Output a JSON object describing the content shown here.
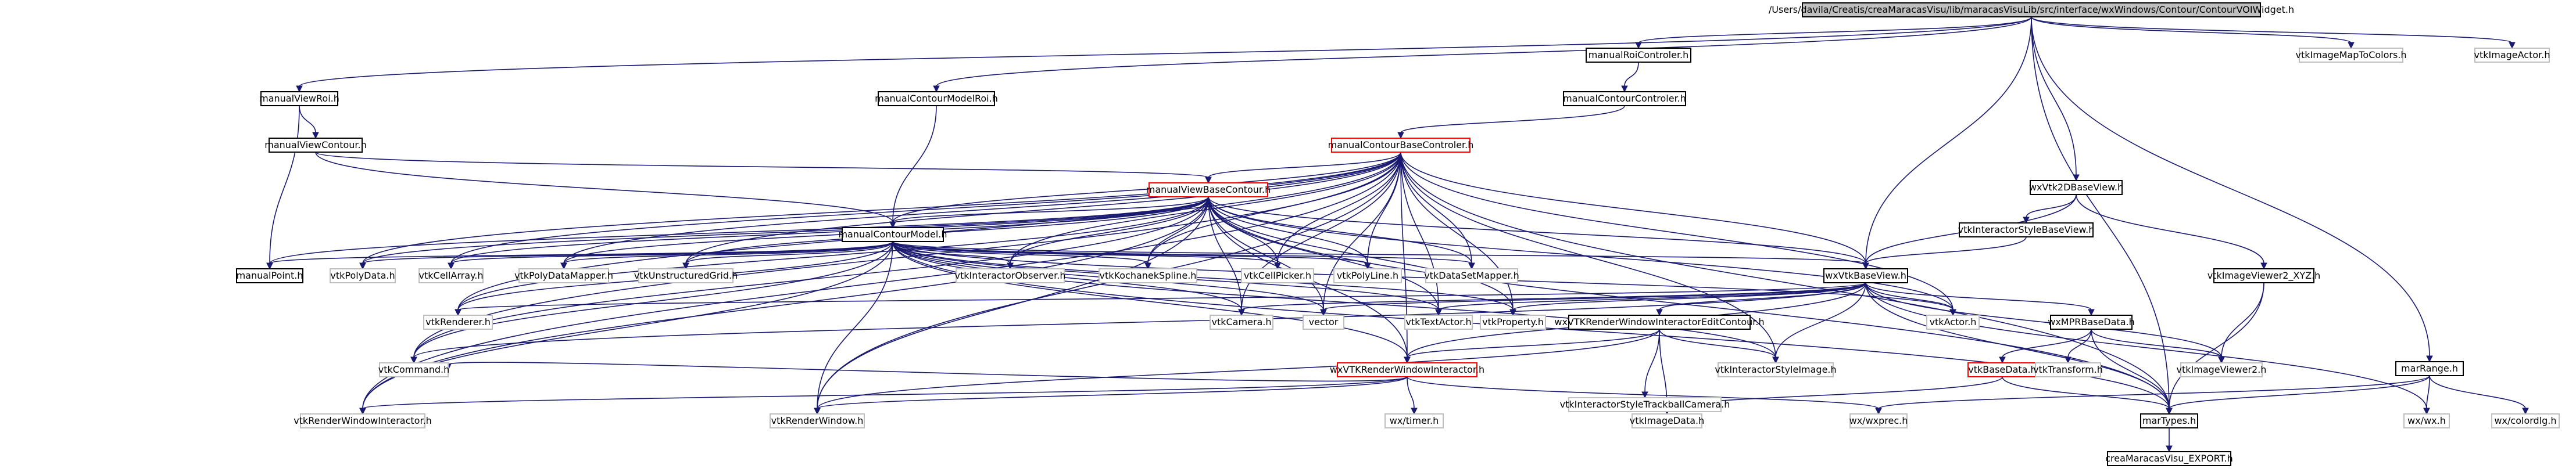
{
  "colors": {
    "root_fill": "#bfbfbf",
    "node_fill": "#ffffff",
    "node_border": "#000000",
    "external_border": "#bfbfbf",
    "undocumented_border": "#ff0000",
    "edge": "#191970",
    "text": "#000000"
  },
  "nodes": [
    {
      "id": "root",
      "label": "/Users/davila/Creatis/creaMaracasVisu/lib/maracasVisuLib/src/interface/wxWindows/Contour/ContourVOIWidget.h",
      "kind": "root"
    },
    {
      "id": "manualRoiControler",
      "label": "manualRoiControler.h",
      "kind": "doc"
    },
    {
      "id": "vtkImageMapToColors",
      "label": "vtkImageMapToColors.h",
      "kind": "external"
    },
    {
      "id": "vtkImageActor",
      "label": "vtkImageActor.h",
      "kind": "external"
    },
    {
      "id": "manualViewRoi",
      "label": "manualViewRoi.h",
      "kind": "doc"
    },
    {
      "id": "manualContourModelRoi",
      "label": "manualContourModelRoi.h",
      "kind": "doc"
    },
    {
      "id": "manualContourControler",
      "label": "manualContourControler.h",
      "kind": "doc"
    },
    {
      "id": "manualViewContour",
      "label": "manualViewContour.h",
      "kind": "doc"
    },
    {
      "id": "manualContourBaseControler",
      "label": "manualContourBaseControler.h",
      "kind": "undocumented"
    },
    {
      "id": "wxVtk2DBaseView",
      "label": "wxVtk2DBaseView.h",
      "kind": "doc"
    },
    {
      "id": "manualViewBaseContour",
      "label": "manualViewBaseContour.h",
      "kind": "undocumented"
    },
    {
      "id": "vtkInteractorStyleBaseView",
      "label": "vtkInteractorStyleBaseView.h",
      "kind": "doc"
    },
    {
      "id": "manualContourModel",
      "label": "manualContourModel.h",
      "kind": "doc"
    },
    {
      "id": "manualPoint",
      "label": "manualPoint.h",
      "kind": "doc"
    },
    {
      "id": "vtkPolyData",
      "label": "vtkPolyData.h",
      "kind": "external"
    },
    {
      "id": "vtkCellArray",
      "label": "vtkCellArray.h",
      "kind": "external"
    },
    {
      "id": "vtkPolyDataMapper",
      "label": "vtkPolyDataMapper.h",
      "kind": "external"
    },
    {
      "id": "vtkUnstructuredGrid",
      "label": "vtkUnstructuredGrid.h",
      "kind": "external"
    },
    {
      "id": "vtkInteractorObserver",
      "label": "vtkInteractorObserver.h",
      "kind": "external"
    },
    {
      "id": "vtkKochanekSpline",
      "label": "vtkKochanekSpline.h",
      "kind": "external"
    },
    {
      "id": "vtkCellPicker",
      "label": "vtkCellPicker.h",
      "kind": "external"
    },
    {
      "id": "vtkPolyLine",
      "label": "vtkPolyLine.h",
      "kind": "external"
    },
    {
      "id": "vtkDataSetMapper",
      "label": "vtkDataSetMapper.h",
      "kind": "external"
    },
    {
      "id": "wxVtkBaseView",
      "label": "wxVtkBaseView.h",
      "kind": "doc"
    },
    {
      "id": "vtkImageViewer2_XYZ",
      "label": "vtkImageViewer2_XYZ.h",
      "kind": "doc"
    },
    {
      "id": "vtkRenderer",
      "label": "vtkRenderer.h",
      "kind": "external"
    },
    {
      "id": "vtkCamera",
      "label": "vtkCamera.h",
      "kind": "external"
    },
    {
      "id": "vector",
      "label": "vector",
      "kind": "external"
    },
    {
      "id": "vtkTextActor",
      "label": "vtkTextActor.h",
      "kind": "external"
    },
    {
      "id": "vtkProperty",
      "label": "vtkProperty.h",
      "kind": "external"
    },
    {
      "id": "vtkActor",
      "label": "vtkActor.h",
      "kind": "external"
    },
    {
      "id": "wxVTKRenderWindowInteractorEditContour",
      "label": "wxVTKRenderWindowInteractorEditContour.h",
      "kind": "doc"
    },
    {
      "id": "wxMPRBaseData",
      "label": "wxMPRBaseData.h",
      "kind": "doc"
    },
    {
      "id": "marRange",
      "label": "marRange.h",
      "kind": "doc"
    },
    {
      "id": "vtkCommand",
      "label": "vtkCommand.h",
      "kind": "external"
    },
    {
      "id": "vtkInteractorStyleImage",
      "label": "vtkInteractorStyleImage.h",
      "kind": "external"
    },
    {
      "id": "vtkImageViewer2",
      "label": "vtkImageViewer2.h",
      "kind": "external"
    },
    {
      "id": "wxVTKRenderWindowInteractor",
      "label": "wxVTKRenderWindowInteractor.h",
      "kind": "undocumented"
    },
    {
      "id": "vtkInteractorStyleTrackballCamera",
      "label": "vtkInteractorStyleTrackballCamera.h",
      "kind": "external"
    },
    {
      "id": "vtkBaseData",
      "label": "vtkBaseData.h",
      "kind": "undocumented"
    },
    {
      "id": "vtkTransform",
      "label": "vtkTransform.h",
      "kind": "external"
    },
    {
      "id": "vtkRenderWindowInteractor",
      "label": "vtkRenderWindowInteractor.h",
      "kind": "external"
    },
    {
      "id": "vtkRenderWindow",
      "label": "vtkRenderWindow.h",
      "kind": "external"
    },
    {
      "id": "wxTimer",
      "label": "wx/timer.h",
      "kind": "external"
    },
    {
      "id": "vtkImageData",
      "label": "vtkImageData.h",
      "kind": "external"
    },
    {
      "id": "wxExprec",
      "label": "wx/wxprec.h",
      "kind": "external"
    },
    {
      "id": "marTypes",
      "label": "marTypes.h",
      "kind": "doc"
    },
    {
      "id": "wxWx",
      "label": "wx/wx.h",
      "kind": "external"
    },
    {
      "id": "wxColordlg",
      "label": "wx/colordlg.h",
      "kind": "external"
    },
    {
      "id": "creaMaracasVisu_EXPORT",
      "label": "creaMaracasVisu_EXPORT.h",
      "kind": "doc"
    }
  ],
  "edges": [
    [
      "root",
      "manualRoiControler"
    ],
    [
      "root",
      "vtkImageMapToColors"
    ],
    [
      "root",
      "vtkImageActor"
    ],
    [
      "root",
      "manualViewRoi"
    ],
    [
      "root",
      "manualContourModelRoi"
    ],
    [
      "root",
      "wxVtk2DBaseView"
    ],
    [
      "root",
      "wxVtkBaseView"
    ],
    [
      "root",
      "marRange"
    ],
    [
      "root",
      "marTypes"
    ],
    [
      "manualRoiControler",
      "manualContourControler"
    ],
    [
      "manualViewRoi",
      "manualViewContour"
    ],
    [
      "manualViewRoi",
      "manualPoint"
    ],
    [
      "manualContourModelRoi",
      "manualContourModel"
    ],
    [
      "manualContourControler",
      "manualContourBaseControler"
    ],
    [
      "manualViewContour",
      "manualViewBaseContour"
    ],
    [
      "manualViewContour",
      "manualContourModel"
    ],
    [
      "manualContourBaseControler",
      "manualViewBaseContour"
    ],
    [
      "manualContourBaseControler",
      "manualContourModel"
    ],
    [
      "manualContourBaseControler",
      "vtkCellPicker"
    ],
    [
      "manualContourBaseControler",
      "vtkPolyLine"
    ],
    [
      "manualContourBaseControler",
      "vtkDataSetMapper"
    ],
    [
      "manualContourBaseControler",
      "wxVtkBaseView"
    ],
    [
      "manualContourBaseControler",
      "vtkPolyData"
    ],
    [
      "manualContourBaseControler",
      "vtkCellArray"
    ],
    [
      "manualContourBaseControler",
      "vtkPolyDataMapper"
    ],
    [
      "manualContourBaseControler",
      "vtkUnstructuredGrid"
    ],
    [
      "manualContourBaseControler",
      "vtkInteractorObserver"
    ],
    [
      "manualContourBaseControler",
      "vtkKochanekSpline"
    ],
    [
      "manualContourBaseControler",
      "vtkRenderer"
    ],
    [
      "manualContourBaseControler",
      "vtkCamera"
    ],
    [
      "manualContourBaseControler",
      "vector"
    ],
    [
      "manualContourBaseControler",
      "vtkTextActor"
    ],
    [
      "manualContourBaseControler",
      "vtkProperty"
    ],
    [
      "manualContourBaseControler",
      "vtkActor"
    ],
    [
      "manualContourBaseControler",
      "vtkCommand"
    ],
    [
      "manualContourBaseControler",
      "vtkInteractorStyleImage"
    ],
    [
      "manualContourBaseControler",
      "vtkRenderWindowInteractor"
    ],
    [
      "manualContourBaseControler",
      "vtkRenderWindow"
    ],
    [
      "manualContourBaseControler",
      "marTypes"
    ],
    [
      "manualContourBaseControler",
      "wxVTKRenderWindowInteractor"
    ],
    [
      "manualViewBaseContour",
      "manualContourModel"
    ],
    [
      "manualViewBaseContour",
      "manualPoint"
    ],
    [
      "manualViewBaseContour",
      "vtkPolyData"
    ],
    [
      "manualViewBaseContour",
      "vtkCellArray"
    ],
    [
      "manualViewBaseContour",
      "vtkPolyDataMapper"
    ],
    [
      "manualViewBaseContour",
      "vtkUnstructuredGrid"
    ],
    [
      "manualViewBaseContour",
      "vtkInteractorObserver"
    ],
    [
      "manualViewBaseContour",
      "vtkKochanekSpline"
    ],
    [
      "manualViewBaseContour",
      "vtkCellPicker"
    ],
    [
      "manualViewBaseContour",
      "vtkPolyLine"
    ],
    [
      "manualViewBaseContour",
      "vtkDataSetMapper"
    ],
    [
      "manualViewBaseContour",
      "wxVtkBaseView"
    ],
    [
      "manualViewBaseContour",
      "vtkRenderer"
    ],
    [
      "manualViewBaseContour",
      "vtkCamera"
    ],
    [
      "manualViewBaseContour",
      "vector"
    ],
    [
      "manualViewBaseContour",
      "vtkTextActor"
    ],
    [
      "manualViewBaseContour",
      "vtkProperty"
    ],
    [
      "manualViewBaseContour",
      "vtkActor"
    ],
    [
      "manualViewBaseContour",
      "vtkCommand"
    ],
    [
      "manualViewBaseContour",
      "vtkRenderWindowInteractor"
    ],
    [
      "manualViewBaseContour",
      "vtkRenderWindow"
    ],
    [
      "manualViewBaseContour",
      "wxVTKRenderWindowInteractor"
    ],
    [
      "manualViewBaseContour",
      "marTypes"
    ],
    [
      "manualContourModel",
      "manualPoint"
    ],
    [
      "manualContourModel",
      "vtkPolyData"
    ],
    [
      "manualContourModel",
      "vtkCellArray"
    ],
    [
      "manualContourModel",
      "vtkPolyDataMapper"
    ],
    [
      "manualContourModel",
      "vtkUnstructuredGrid"
    ],
    [
      "manualContourModel",
      "vtkInteractorObserver"
    ],
    [
      "manualContourModel",
      "vtkKochanekSpline"
    ],
    [
      "manualContourModel",
      "vtkCellPicker"
    ],
    [
      "manualContourModel",
      "vtkPolyLine"
    ],
    [
      "manualContourModel",
      "vtkDataSetMapper"
    ],
    [
      "manualContourModel",
      "wxVtkBaseView"
    ],
    [
      "manualContourModel",
      "vtkRenderer"
    ],
    [
      "manualContourModel",
      "vtkCamera"
    ],
    [
      "manualContourModel",
      "vector"
    ],
    [
      "manualContourModel",
      "vtkTextActor"
    ],
    [
      "manualContourModel",
      "vtkProperty"
    ],
    [
      "manualContourModel",
      "vtkActor"
    ],
    [
      "manualContourModel",
      "vtkCommand"
    ],
    [
      "manualContourModel",
      "vtkInteractorStyleImage"
    ],
    [
      "manualContourModel",
      "wxVTKRenderWindowInteractor"
    ],
    [
      "manualContourModel",
      "vtkRenderWindowInteractor"
    ],
    [
      "manualContourModel",
      "vtkRenderWindow"
    ],
    [
      "manualContourModel",
      "marTypes"
    ],
    [
      "wxVtk2DBaseView",
      "vtkInteractorStyleBaseView"
    ],
    [
      "wxVtk2DBaseView",
      "wxVtkBaseView"
    ],
    [
      "wxVtk2DBaseView",
      "vtkImageViewer2_XYZ"
    ],
    [
      "vtkInteractorStyleBaseView",
      "wxVtkBaseView"
    ],
    [
      "wxVtkBaseView",
      "vtkRenderer"
    ],
    [
      "wxVtkBaseView",
      "vtkCamera"
    ],
    [
      "wxVtkBaseView",
      "vector"
    ],
    [
      "wxVtkBaseView",
      "vtkTextActor"
    ],
    [
      "wxVtkBaseView",
      "vtkProperty"
    ],
    [
      "wxVtkBaseView",
      "vtkActor"
    ],
    [
      "wxVtkBaseView",
      "wxVTKRenderWindowInteractorEditContour"
    ],
    [
      "wxVtkBaseView",
      "wxMPRBaseData"
    ],
    [
      "wxVtkBaseView",
      "vtkCommand"
    ],
    [
      "wxVtkBaseView",
      "vtkInteractorStyleImage"
    ],
    [
      "wxVtkBaseView",
      "vtkImageViewer2"
    ],
    [
      "wxVtkBaseView",
      "wxVTKRenderWindowInteractor"
    ],
    [
      "wxVtkBaseView",
      "marTypes"
    ],
    [
      "wxVtkBaseView",
      "wxWx"
    ],
    [
      "vtkImageViewer2_XYZ",
      "vtkImageViewer2"
    ],
    [
      "vtkImageViewer2_XYZ",
      "marTypes"
    ],
    [
      "wxVTKRenderWindowInteractorEditContour",
      "wxVTKRenderWindowInteractor"
    ],
    [
      "wxVTKRenderWindowInteractorEditContour",
      "vtkInteractorStyleImage"
    ],
    [
      "wxVTKRenderWindowInteractorEditContour",
      "vtkInteractorStyleTrackballCamera"
    ],
    [
      "wxVTKRenderWindowInteractorEditContour",
      "vtkImageData"
    ],
    [
      "wxVTKRenderWindowInteractorEditContour",
      "vtkRenderWindow"
    ],
    [
      "wxMPRBaseData",
      "vtkBaseData"
    ],
    [
      "wxMPRBaseData",
      "vtkTransform"
    ],
    [
      "wxMPRBaseData",
      "marTypes"
    ],
    [
      "wxMPRBaseData",
      "vtkImageViewer2"
    ],
    [
      "vtkBaseData",
      "vtkImageData"
    ],
    [
      "vtkBaseData",
      "marTypes"
    ],
    [
      "wxVTKRenderWindowInteractor",
      "vtkRenderWindowInteractor"
    ],
    [
      "wxVTKRenderWindowInteractor",
      "vtkRenderWindow"
    ],
    [
      "wxVTKRenderWindowInteractor",
      "wxTimer"
    ],
    [
      "wxVTKRenderWindowInteractor",
      "wxExprec"
    ],
    [
      "wxVTKRenderWindowInteractor",
      "vtkCommand"
    ],
    [
      "marRange",
      "marTypes"
    ],
    [
      "marRange",
      "wxWx"
    ],
    [
      "marRange",
      "wxColordlg"
    ],
    [
      "marRange",
      "wxExprec"
    ],
    [
      "marTypes",
      "creaMaracasVisu_EXPORT"
    ]
  ]
}
